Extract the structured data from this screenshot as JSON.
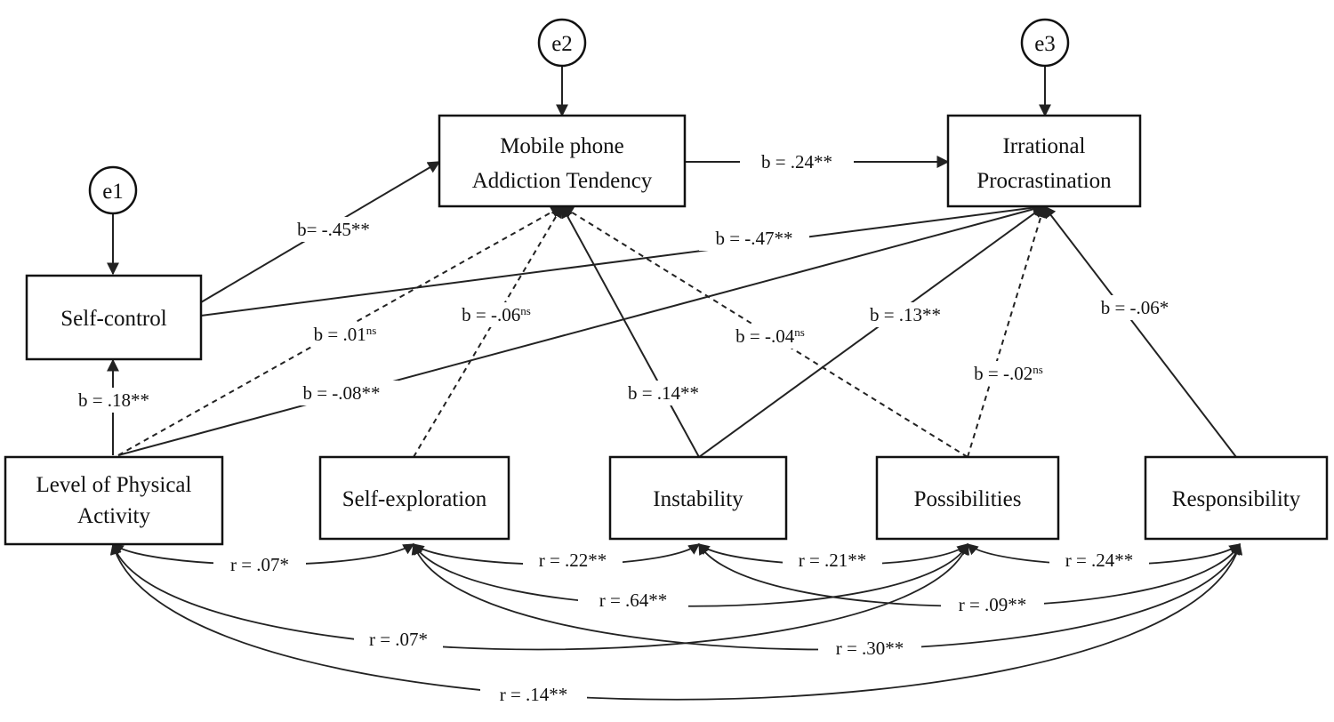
{
  "nodes": {
    "e1": "e1",
    "e2": "e2",
    "e3": "e3",
    "self_control": "Self-control",
    "mpat_line1": "Mobile phone",
    "mpat_line2": "Addiction Tendency",
    "ip_line1": "Irrational",
    "ip_line2": "Procrastination",
    "lpa_line1": "Level of Physical",
    "lpa_line2": "Activity",
    "self_exploration": "Self-exploration",
    "instability": "Instability",
    "possibilities": "Possibilities",
    "responsibility": "Responsibility"
  },
  "paths": {
    "mpat_ip": "b = .24**",
    "sc_mpat": "b= -.45**",
    "sc_ip": "b = -.47**",
    "lpa_sc": "b = .18**",
    "lpa_mpat": {
      "main": "b = .01",
      "sup": "ns"
    },
    "lpa_ip": "b = -.08**",
    "se_mpat": {
      "main": "b = -.06",
      "sup": "ns"
    },
    "inst_mpat": "b = .14**",
    "poss_mpat": {
      "main": "b = -.04",
      "sup": "ns"
    },
    "inst_ip": "b = .13**",
    "poss_ip": {
      "main": "b = -.02",
      "sup": "ns"
    },
    "resp_ip": "b = -.06*"
  },
  "correlations": {
    "lpa_se": "r = .07*",
    "se_inst": "r = .22**",
    "inst_poss": "r = .21**",
    "poss_resp": "r = .24**",
    "se_poss": "r = .64**",
    "inst_resp": "r = .09**",
    "lpa_poss": "r = .07*",
    "se_resp": "r = .30**",
    "lpa_resp": "r = .14**"
  }
}
